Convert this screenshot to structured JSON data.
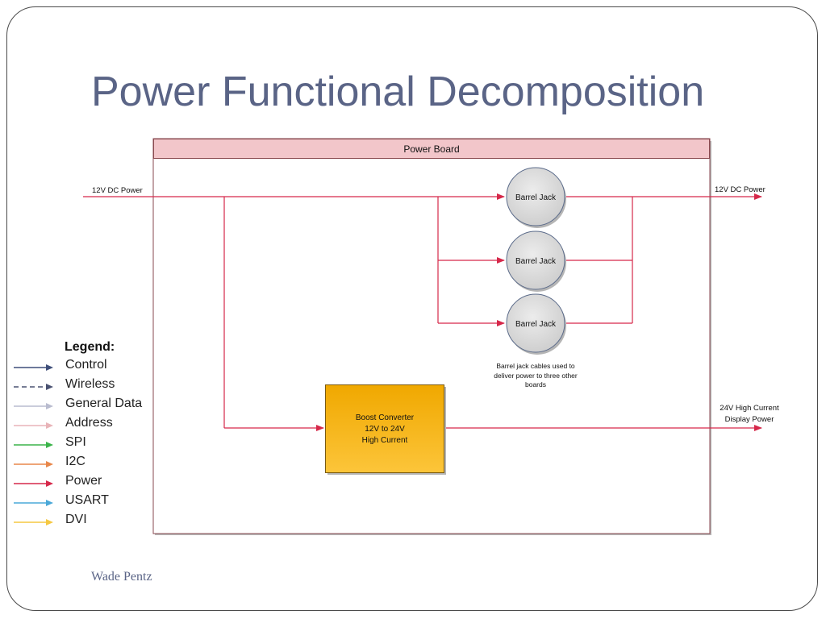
{
  "slide": {
    "title": "Power Functional Decomposition",
    "footer": "Wade Pentz"
  },
  "diagram": {
    "container_label": "Power Board",
    "input_label": "12V DC Power",
    "output_top_label": "12V DC Power",
    "output_bottom_label_line1": "24V High Current",
    "output_bottom_label_line2": "Display Power",
    "barrel_jacks": [
      "Barrel Jack",
      "Barrel Jack",
      "Barrel Jack"
    ],
    "barrel_note_line1": "Barrel jack cables used to",
    "barrel_note_line2": "deliver power to three other",
    "barrel_note_line3": "boards",
    "boost_line1": "Boost Converter",
    "boost_line2": "12V to 24V",
    "boost_line3": "High Current",
    "colors": {
      "power": "#d6284a",
      "header_fill": "#f2c6ca",
      "boost_fill": "#f5b51a",
      "jack_fill": "#dcdcdc"
    }
  },
  "legend": {
    "title": "Legend:",
    "items": [
      {
        "label": "Control",
        "color": "#3f4f7a",
        "dashed": false
      },
      {
        "label": "Wireless",
        "color": "#4a5272",
        "dashed": true
      },
      {
        "label": "General Data",
        "color": "#b9bccf",
        "dashed": false
      },
      {
        "label": "Address",
        "color": "#e8b4b8",
        "dashed": false
      },
      {
        "label": "SPI",
        "color": "#3bb44a",
        "dashed": false
      },
      {
        "label": "I2C",
        "color": "#e8874a",
        "dashed": false
      },
      {
        "label": "Power",
        "color": "#d6284a",
        "dashed": false
      },
      {
        "label": "USART",
        "color": "#4aa8d8",
        "dashed": false
      },
      {
        "label": "DVI",
        "color": "#f5c842",
        "dashed": false
      }
    ]
  }
}
